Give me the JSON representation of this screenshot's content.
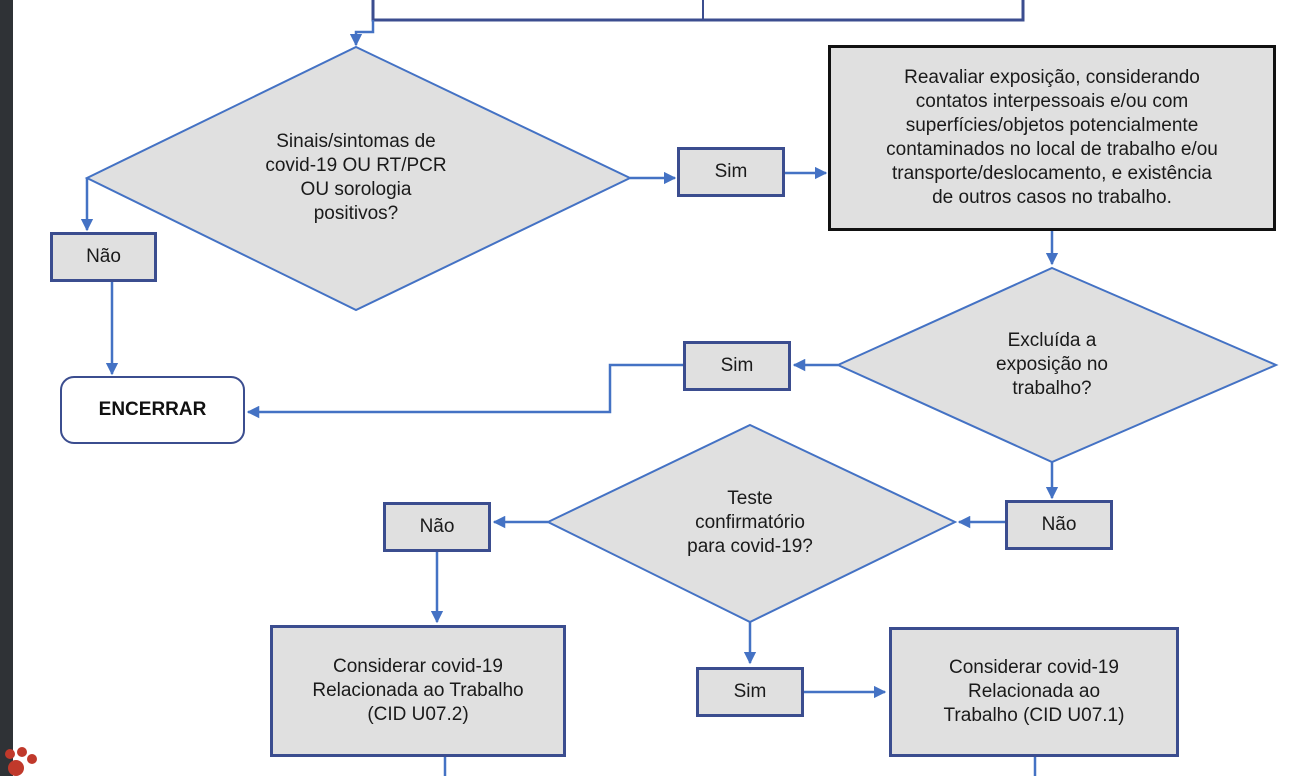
{
  "colors": {
    "line": "#4472c4",
    "box_fill": "#e0e0e0",
    "box_border": "#3b4d8f",
    "dark_border": "#111111",
    "frame": "#2f3236",
    "logo": "#c0392b"
  },
  "nodes": {
    "decision_sintomas": "Sinais/sintomas de\ncovid-19 OU RT/PCR\nOU sorologia\npositivos?",
    "nao_1": "Não",
    "sim_1": "Sim",
    "reavaliar": "Reavaliar exposição, considerando\ncontatos interpessoais e/ou com\nsuperfícies/objetos potencialmente\ncontaminados no local de trabalho e/ou\ntransporte/deslocamento, e existência\nde outros casos no trabalho.",
    "encerrar": "ENCERRAR",
    "sim_2": "Sim",
    "decision_excluida": "Excluída a\nexposição no\ntrabalho?",
    "nao_2": "Não",
    "decision_teste": "Teste\nconfirmatório\npara covid-19?",
    "nao_3": "Não",
    "sim_3": "Sim",
    "considerar_u072": "Considerar covid-19\nRelacionada ao Trabalho\n(CID U07.2)",
    "considerar_u071": "Considerar covid-19\nRelacionada ao\nTrabalho (CID U07.1)"
  },
  "logo_icon": "organization-logo-icon"
}
